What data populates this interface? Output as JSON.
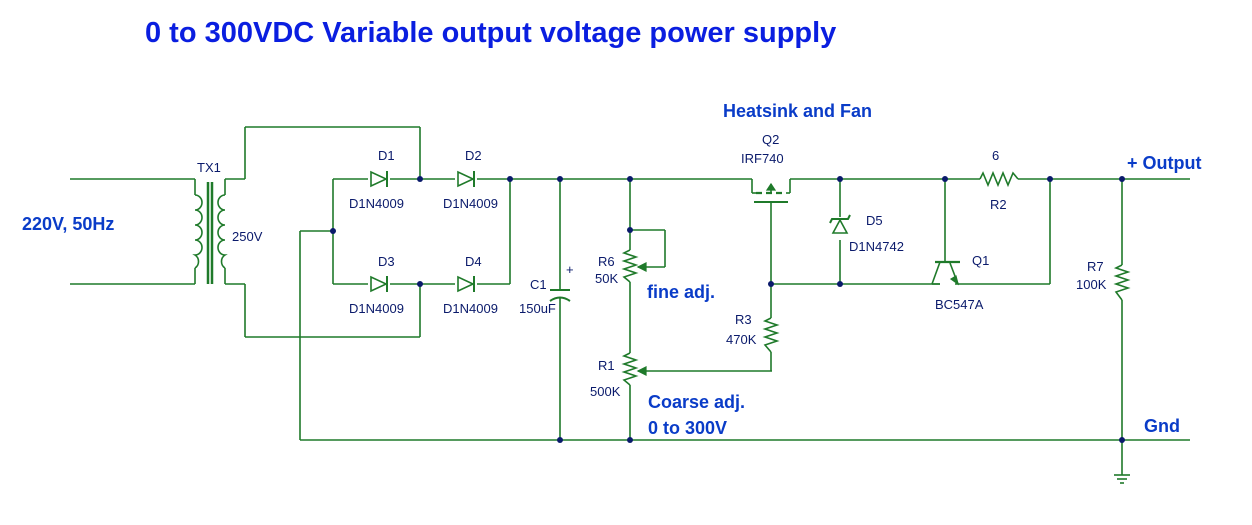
{
  "title": "0 to 300VDC Variable output voltage power supply",
  "notes": {
    "input": "220V, 50Hz",
    "heatsink": "Heatsink and Fan",
    "output": "+ Output",
    "gnd": "Gnd",
    "fine": "fine adj.",
    "coarse": "Coarse adj.",
    "range": "0 to 300V"
  },
  "components": {
    "tx1": {
      "ref": "TX1",
      "value": "250V"
    },
    "d1": {
      "ref": "D1",
      "value": "D1N4009"
    },
    "d2": {
      "ref": "D2",
      "value": "D1N4009"
    },
    "d3": {
      "ref": "D3",
      "value": "D1N4009"
    },
    "d4": {
      "ref": "D4",
      "value": "D1N4009"
    },
    "c1": {
      "ref": "C1",
      "value": "150uF",
      "polarity": "+"
    },
    "r6": {
      "ref": "R6",
      "value": "50K"
    },
    "r1": {
      "ref": "R1",
      "value": "500K"
    },
    "r3": {
      "ref": "R3",
      "value": "470K"
    },
    "q2": {
      "ref": "Q2",
      "value": "IRF740"
    },
    "d5": {
      "ref": "D5",
      "value": "D1N4742"
    },
    "r2": {
      "ref": "R2",
      "value": "6"
    },
    "q1": {
      "ref": "Q1",
      "value": "BC547A"
    },
    "r7": {
      "ref": "R7",
      "value": "100K"
    }
  },
  "colors": {
    "wire": "#1f7a2a",
    "label": "#0a1a6b",
    "note": "#0a3cc8",
    "title": "#0a1ee0"
  }
}
